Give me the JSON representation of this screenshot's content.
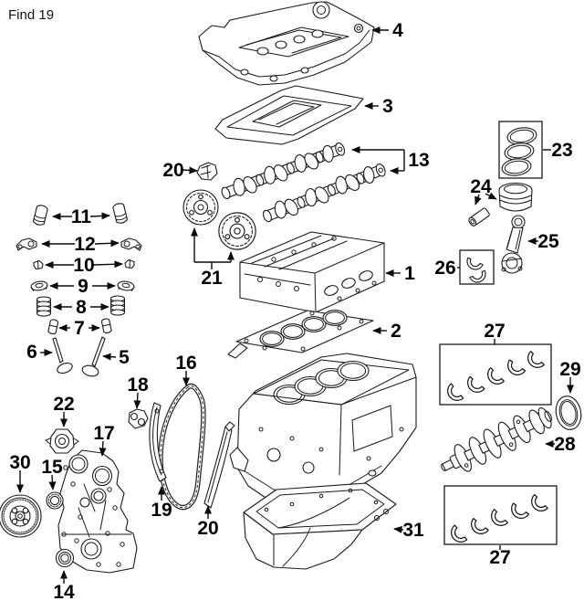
{
  "title": "Find 19",
  "diagram": {
    "background": "#ffffff",
    "line_color": "#1a1a1a",
    "label_color": "#000000",
    "callouts": {
      "c1": "1",
      "c2": "2",
      "c3": "3",
      "c4": "4",
      "c5": "5",
      "c6": "6",
      "c7": "7",
      "c8": "8",
      "c9": "9",
      "c10": "10",
      "c11": "11",
      "c12": "12",
      "c13": "13",
      "c14": "14",
      "c15": "15",
      "c16": "16",
      "c17": "17",
      "c18": "18",
      "c19": "19",
      "c20_top": "20",
      "c20_bottom": "20",
      "c21": "21",
      "c22": "22",
      "c23": "23",
      "c24": "24",
      "c25": "25",
      "c26": "26",
      "c27_upper": "27",
      "c27_lower": "27",
      "c28": "28",
      "c29": "29",
      "c30": "30",
      "c31": "31"
    }
  }
}
